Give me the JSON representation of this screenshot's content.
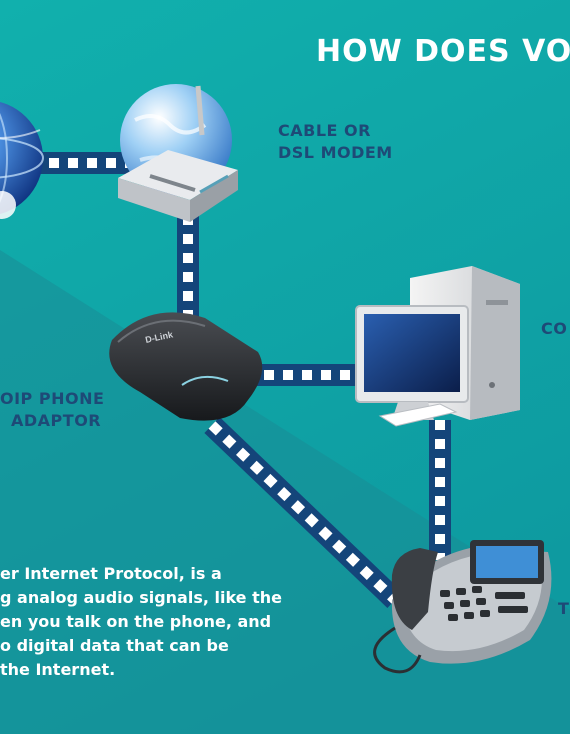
{
  "title": "HOW DOES VO",
  "colors": {
    "bg_top": "#0fa9a9",
    "bg_bottom": "#1c8d94",
    "label": "#1e4a77",
    "cable": "#14457a",
    "cable_dash": "#ffffff",
    "title": "#ffffff"
  },
  "devices": {
    "modem": {
      "line1": "CABLE OR",
      "line2": "DSL MODEM"
    },
    "computer": {
      "label": "CO"
    },
    "adaptor": {
      "line1": "OIP PHONE",
      "line2": "ADAPTOR",
      "brand": "D-Link"
    },
    "phone": {
      "label": "T"
    }
  },
  "description": [
    "er Internet Protocol, is a",
    "g analog audio signals, like the",
    "en you talk on the phone, and",
    "o digital data that can be",
    " the Internet."
  ]
}
